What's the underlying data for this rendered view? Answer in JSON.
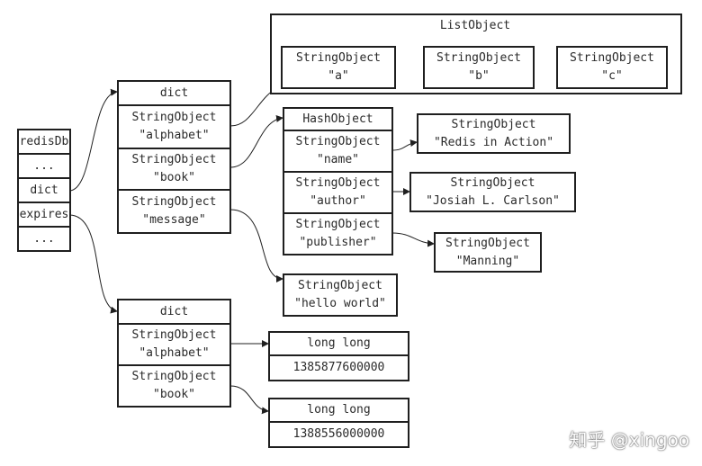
{
  "redisDb": {
    "rows": [
      "redisDb",
      "...",
      "dict",
      "expires",
      "..."
    ]
  },
  "dict_main": {
    "title": "dict",
    "entries": [
      {
        "type": "StringObject",
        "value": "\"alphabet\""
      },
      {
        "type": "StringObject",
        "value": "\"book\""
      },
      {
        "type": "StringObject",
        "value": "\"message\""
      }
    ]
  },
  "list_object": {
    "title": "ListObject",
    "items": [
      {
        "type": "StringObject",
        "value": "\"a\""
      },
      {
        "type": "StringObject",
        "value": "\"b\""
      },
      {
        "type": "StringObject",
        "value": "\"c\""
      }
    ]
  },
  "hash_object": {
    "title": "HashObject",
    "fields": [
      {
        "type": "StringObject",
        "value": "\"name\""
      },
      {
        "type": "StringObject",
        "value": "\"author\""
      },
      {
        "type": "StringObject",
        "value": "\"publisher\""
      }
    ],
    "values": [
      {
        "type": "StringObject",
        "value": "\"Redis in Action\""
      },
      {
        "type": "StringObject",
        "value": "\"Josiah L. Carlson\""
      },
      {
        "type": "StringObject",
        "value": "\"Manning\""
      }
    ]
  },
  "hello": {
    "type": "StringObject",
    "value": "\"hello world\""
  },
  "dict_expires": {
    "title": "dict",
    "entries": [
      {
        "type": "StringObject",
        "value": "\"alphabet\""
      },
      {
        "type": "StringObject",
        "value": "\"book\""
      }
    ]
  },
  "expire_values": [
    {
      "type": "long long",
      "value": "1385877600000"
    },
    {
      "type": "long long",
      "value": "1388556000000"
    }
  ],
  "watermark": "知乎 @xingoo"
}
